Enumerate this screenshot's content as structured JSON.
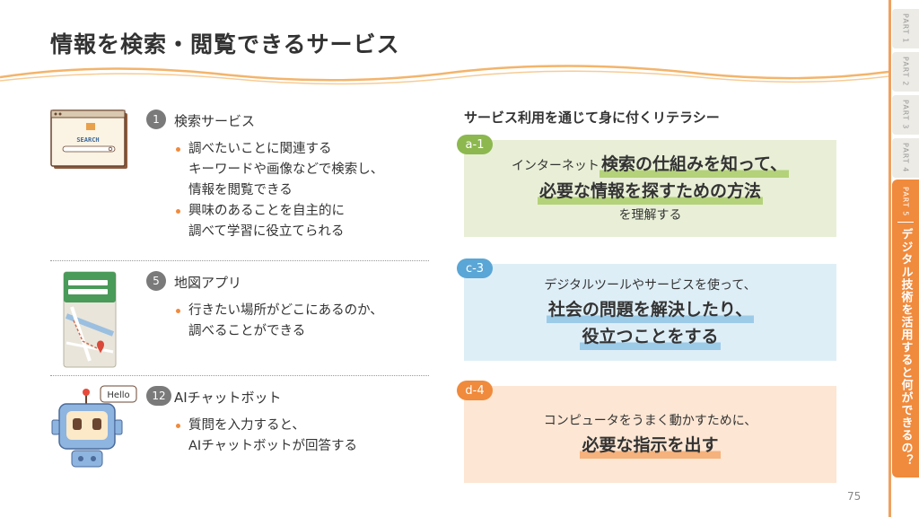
{
  "title": "情報を検索・閲覧できるサービス",
  "tabs": [
    {
      "part": "PART",
      "num": "1"
    },
    {
      "part": "PART",
      "num": "2"
    },
    {
      "part": "PART",
      "num": "3"
    },
    {
      "part": "PART",
      "num": "4"
    }
  ],
  "active_tab": {
    "part": "PART",
    "num": "5",
    "chapter": "デジタル技術を活用すると何ができるの？"
  },
  "services": [
    {
      "num": "1",
      "name": "検索サービス",
      "illus_label": "SEARCH",
      "bullets": [
        "調べたいことに関連する\nキーワードや画像などで検索し、\n情報を閲覧できる",
        "興味のあることを自主的に\n調べて学習に役立てられる"
      ]
    },
    {
      "num": "5",
      "name": "地図アプリ",
      "bullets": [
        "行きたい場所がどこにあるのか、\n調べることができる"
      ]
    },
    {
      "num": "12",
      "name": "AIチャットボット",
      "illus_label": "Hello",
      "bullets": [
        "質問を入力すると、\nAIチャットボットが回答する"
      ]
    }
  ],
  "literacy": {
    "heading": "サービス利用を通じて身に付くリテラシー",
    "cards": [
      {
        "badge": "a-1",
        "pre_small": "インターネット",
        "big1": "検索の仕組みを知って、",
        "big2": "必要な情報を探すための方法",
        "post_small": "を理解する",
        "bg": "#e8efd6",
        "badge_color": "#8cb84f",
        "underline": "#b4d27a"
      },
      {
        "badge": "c-3",
        "pre_small": "デジタルツールやサービスを使って、",
        "big1": "社会の問題を解決したり、",
        "big2": "役立つことをする",
        "bg": "#deeef7",
        "badge_color": "#5aa6d6",
        "underline": "#9ccbe8"
      },
      {
        "badge": "d-4",
        "pre_small": "コンピュータをうまく動かすために、",
        "big1": "必要な指示を出す",
        "bg": "#fde6d3",
        "badge_color": "#f08a3c",
        "underline": "#f5b27c"
      }
    ]
  },
  "page_number": "75",
  "colors": {
    "accent": "#f08a3c",
    "wave": "#f3b46b"
  }
}
